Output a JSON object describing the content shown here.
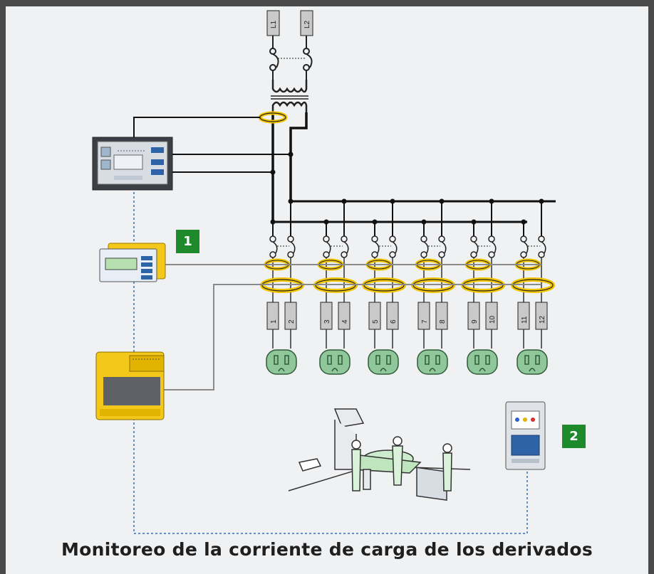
{
  "title": "Monitoreo de la corriente de carga de los derivados",
  "markers": [
    "1",
    "2"
  ],
  "supply_labels": [
    "L1",
    "L2"
  ],
  "outlet_labels": [
    "1",
    "2",
    "3",
    "4",
    "5",
    "6",
    "7",
    "8",
    "9",
    "10",
    "11",
    "12"
  ],
  "colors": {
    "background": "#f0f1f3",
    "frame": "#4a4a4a",
    "marker_green": "#1f8a2c",
    "ct_yellow": "#f2c500",
    "outlet_green": "#8fc79a",
    "device_yellow": "#f3c81a",
    "wire": "#1a1a1a",
    "signal_grey": "#8a8a8a",
    "dotted_blue": "#3a6fb5"
  }
}
